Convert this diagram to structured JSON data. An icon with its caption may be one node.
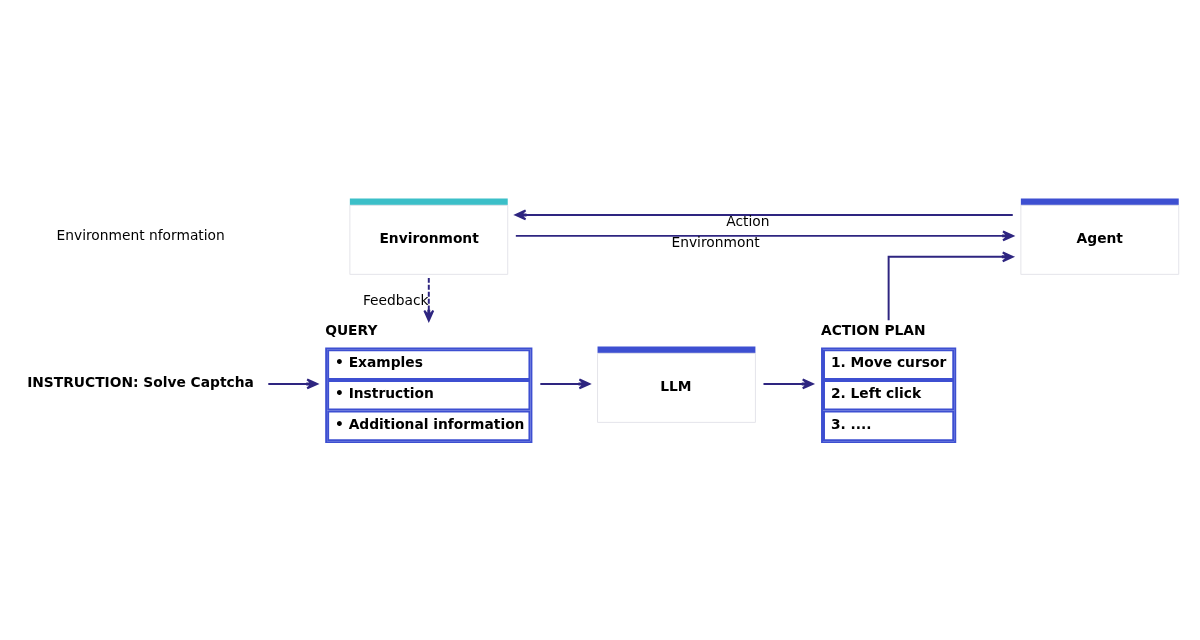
{
  "diagram": {
    "nodes": [
      {
        "text": [
          "INSTRUCTION: Solve Captcha"
        ]
      },
      {
        "text": [
          "QUERY",
          "• Examples",
          "• Instruction",
          "• Additional information"
        ]
      },
      {
        "text": [
          "LLM"
        ]
      },
      {
        "text": [
          "ACTION PLAN",
          "1. Move cursor",
          "2. Left click",
          "3. ...."
        ]
      },
      {
        "text": [
          "Environmont"
        ]
      },
      {
        "text": [
          "Agent"
        ]
      }
    ],
    "edges": [
      {
        "from": 0,
        "to": 1,
        "arrow": "to"
      },
      {
        "from": 1,
        "to": 2,
        "arrow": "to"
      },
      {
        "from": 2,
        "to": 3,
        "arrow": "to"
      },
      {
        "from": 3,
        "to": 5,
        "arrow": "to"
      },
      {
        "from": 4,
        "to": 5,
        "arrow": "to",
        "label": "Environmont"
      },
      {
        "from": 4,
        "to": 1,
        "arrow": "to",
        "label": "Feedback",
        "style": "dashed"
      },
      {
        "from": 5,
        "to": 4,
        "arrow": "to",
        "label": "Action"
      }
    ],
    "labels": [
      "Environment nformation"
    ]
  }
}
